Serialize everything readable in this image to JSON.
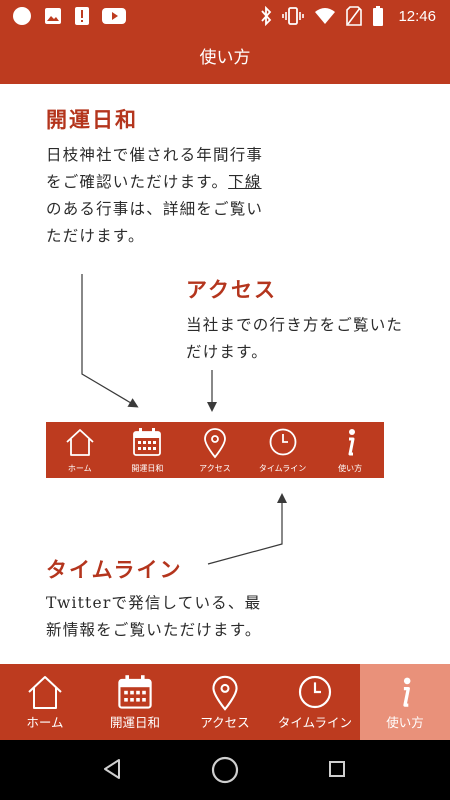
{
  "status_bar": {
    "time": "12:46",
    "left_icons": [
      "circle-icon",
      "image-icon",
      "alert-icon",
      "youtube-icon"
    ],
    "right_icons": [
      "bluetooth-icon",
      "vibrate-icon",
      "wifi-icon",
      "no-sim-icon",
      "battery-icon"
    ]
  },
  "app_bar": {
    "title": "使い方"
  },
  "sections": {
    "kaiun": {
      "heading": "開運日和",
      "line1": "日枝神社で催される年間行事",
      "line2_pre": "をご確認いただけます。",
      "line2_ul": "下線",
      "line3": "のある行事は、詳細をご覧い",
      "line4": "ただけます。"
    },
    "access": {
      "heading": "アクセス",
      "line1": "当社までの行き方をご覧いた",
      "line2": "だけます。"
    },
    "timeline": {
      "heading": "タイムライン",
      "line1": "Twitterで発信している、最",
      "line2": "新情報をご覧いただけます。"
    }
  },
  "demo_nav": [
    {
      "label": "ホーム",
      "icon": "home-icon"
    },
    {
      "label": "開運日和",
      "icon": "calendar-icon"
    },
    {
      "label": "アクセス",
      "icon": "location-pin-icon"
    },
    {
      "label": "タイムライン",
      "icon": "clock-icon"
    },
    {
      "label": "使い方",
      "icon": "info-icon"
    }
  ],
  "bottom_nav": [
    {
      "label": "ホーム",
      "icon": "home-icon"
    },
    {
      "label": "開運日和",
      "icon": "calendar-icon"
    },
    {
      "label": "アクセス",
      "icon": "location-pin-icon"
    },
    {
      "label": "タイムライン",
      "icon": "clock-icon"
    },
    {
      "label": "使い方",
      "icon": "info-icon",
      "active": true
    }
  ],
  "system_nav": [
    "back-icon",
    "home-circle-icon",
    "recents-icon"
  ],
  "colors": {
    "primary": "#bd3b1f",
    "active_tab": "#e9917a",
    "heading": "#b4351d",
    "text": "#2b2b2b"
  }
}
